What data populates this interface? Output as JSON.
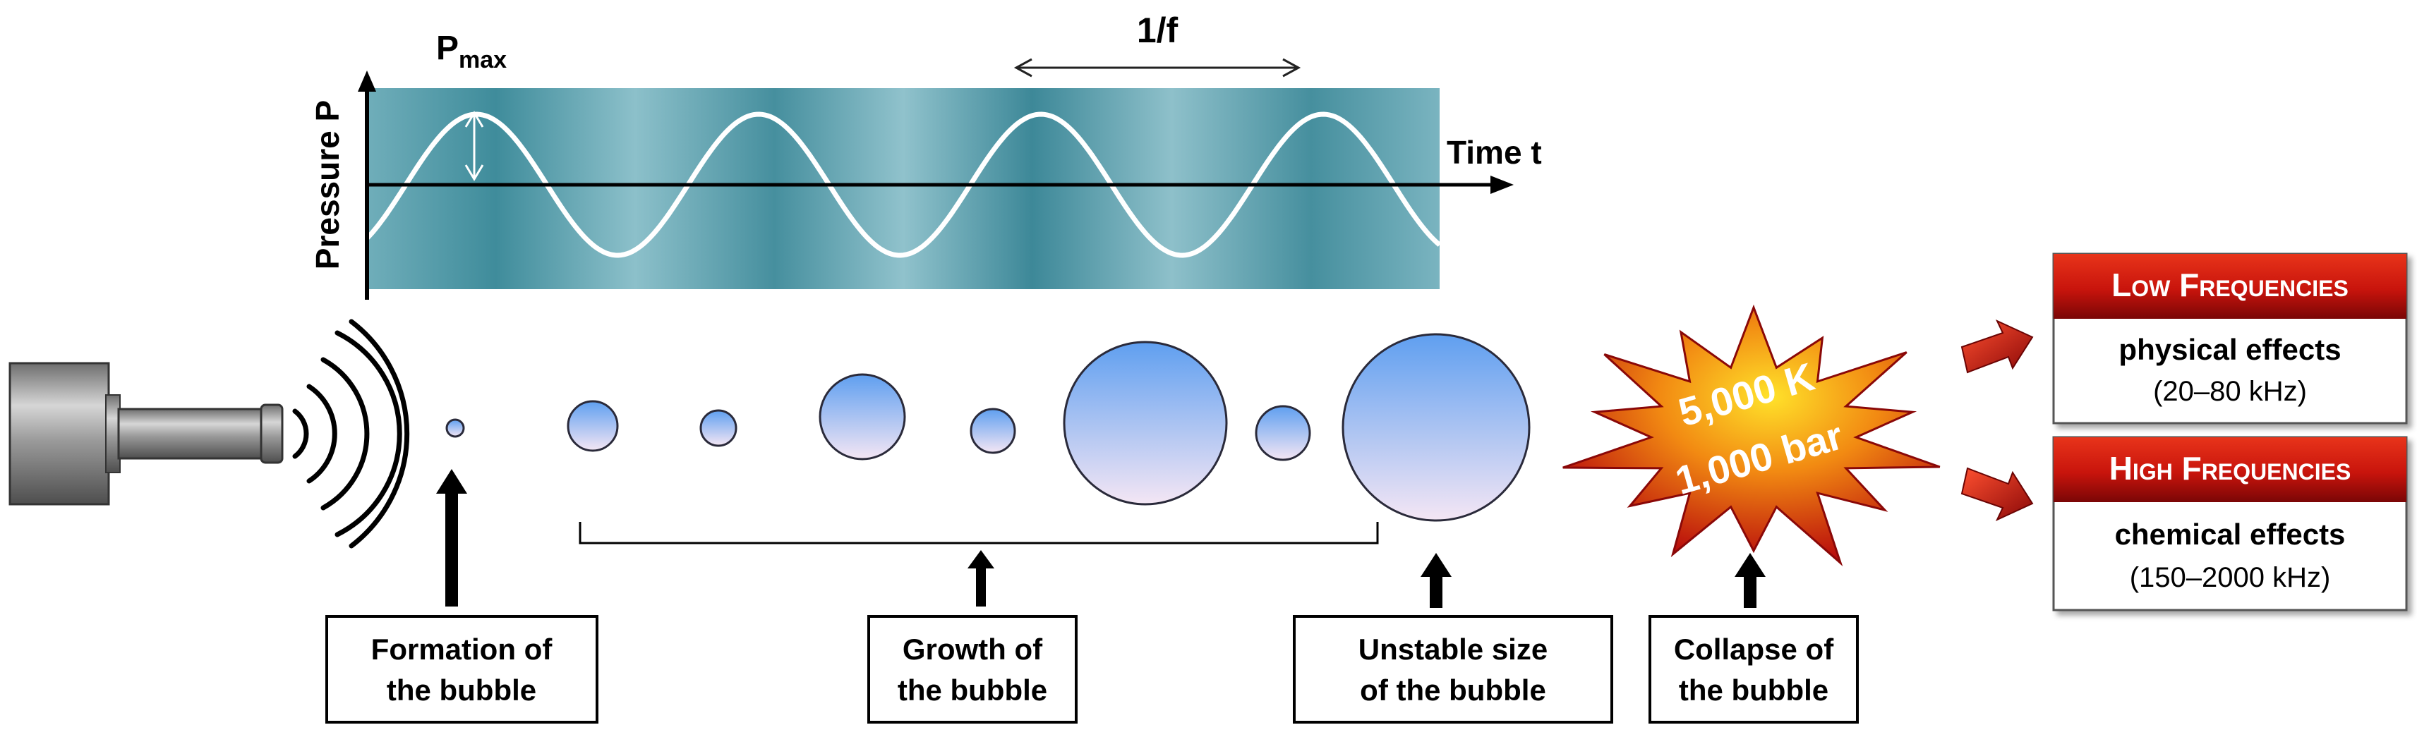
{
  "wave_panel": {
    "pmax_main": "P",
    "pmax_sub": "max",
    "period_label": "1/f",
    "y_axis_label": "Pressure P",
    "x_axis_label": "Time t"
  },
  "stages": {
    "formation": {
      "line1": "Formation of",
      "line2": "the bubble"
    },
    "growth": {
      "line1": "Growth of",
      "line2": "the bubble"
    },
    "unstable": {
      "line1": "Unstable size",
      "line2": "of the bubble"
    },
    "collapse": {
      "line1": "Collapse of",
      "line2": "the bubble"
    }
  },
  "collapse_burst": {
    "temperature": "5,000 K",
    "pressure": "1,000 bar"
  },
  "frequency_boxes": {
    "low": {
      "title": "Low Frequencies",
      "effect": "physical effects",
      "range": "(20–80 kHz)"
    },
    "high": {
      "title": "High Frequencies",
      "effect": "chemical effects",
      "range": "(150–2000 kHz)"
    }
  },
  "colors": {
    "wave_band": "#4e98a6",
    "wave_line": "#ffffff",
    "bubble_top": "#5f9ff0",
    "bubble_bottom": "#f4e6f4",
    "burst_outer": "#c81010",
    "burst_inner": "#ffd21a",
    "header_red": "#cc1a10"
  }
}
